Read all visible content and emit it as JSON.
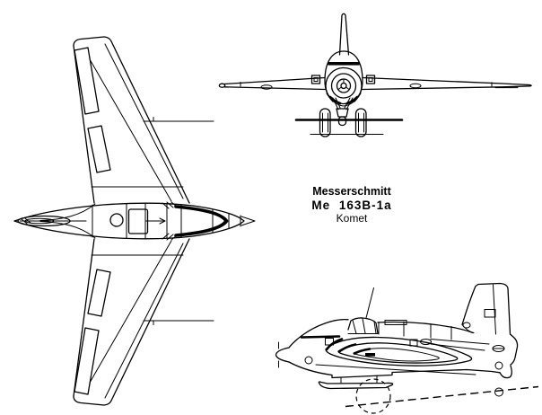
{
  "caption": {
    "line1": "Messerschmitt",
    "line2": "Me 163B-1a",
    "line3": "Komet"
  },
  "subject": "three-view line drawing of a rocket aircraft",
  "views": [
    "top view",
    "front view",
    "side view"
  ],
  "colors": {
    "ink": "#000000",
    "paper": "#ffffff"
  }
}
